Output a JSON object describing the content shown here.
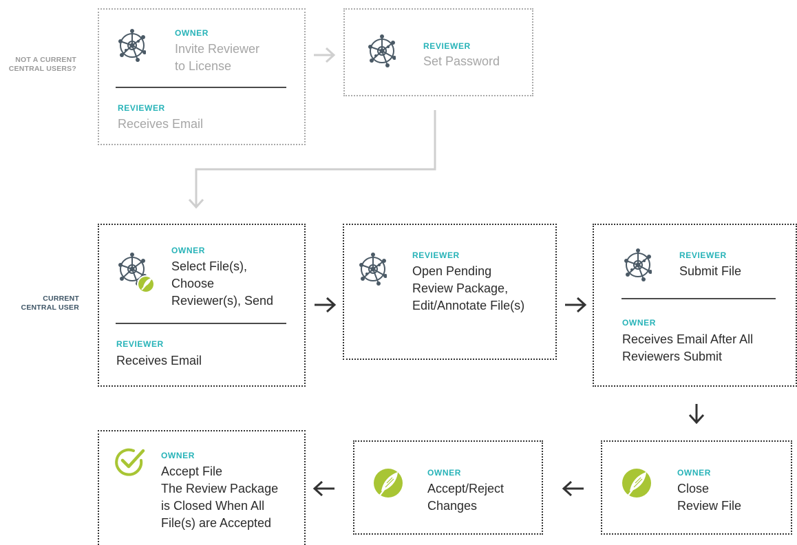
{
  "row_labels": {
    "top": "NOT A CURRENT\nCENTRAL USERS?",
    "middle": "CURRENT\nCENTRAL USER"
  },
  "colors": {
    "role_teal": "#27b3b8",
    "icon_dark": "#4b5a66",
    "accent_green": "#a8c534",
    "faded_text": "#a6a6a6",
    "dark_text": "#2b2b2b"
  },
  "steps": {
    "invite": {
      "role": "OWNER",
      "action": "Invite Reviewer\nto License",
      "icon": "network-hub-icon"
    },
    "invite_receive": {
      "role": "REVIEWER",
      "action": "Receives Email"
    },
    "set_password": {
      "role": "REVIEWER",
      "action": "Set Password",
      "icon": "network-hub-icon"
    },
    "select_files": {
      "role": "OWNER",
      "action": "Select File(s),\nChoose\nReviewer(s), Send",
      "icon": "network-hub-with-quill-icon"
    },
    "select_receive": {
      "role": "REVIEWER",
      "action": "Receives Email"
    },
    "open_pending": {
      "role": "REVIEWER",
      "action": "Open Pending\nReview Package,\nEdit/Annotate File(s)",
      "icon": "network-hub-icon"
    },
    "submit": {
      "role": "REVIEWER",
      "action": "Submit File",
      "icon": "network-hub-icon"
    },
    "submit_receive": {
      "role": "OWNER",
      "action": "Receives Email After All\nReviewers Submit"
    },
    "close_review": {
      "role": "OWNER",
      "action": "Close\nReview File",
      "icon": "quill-icon"
    },
    "accept_reject": {
      "role": "OWNER",
      "action": "Accept/Reject\nChanges",
      "icon": "quill-icon"
    },
    "accept_file": {
      "role": "OWNER",
      "action": "Accept File\nThe Review Package\nis Closed When All\nFile(s) are Accepted",
      "icon": "checkmark-circle-icon"
    }
  }
}
